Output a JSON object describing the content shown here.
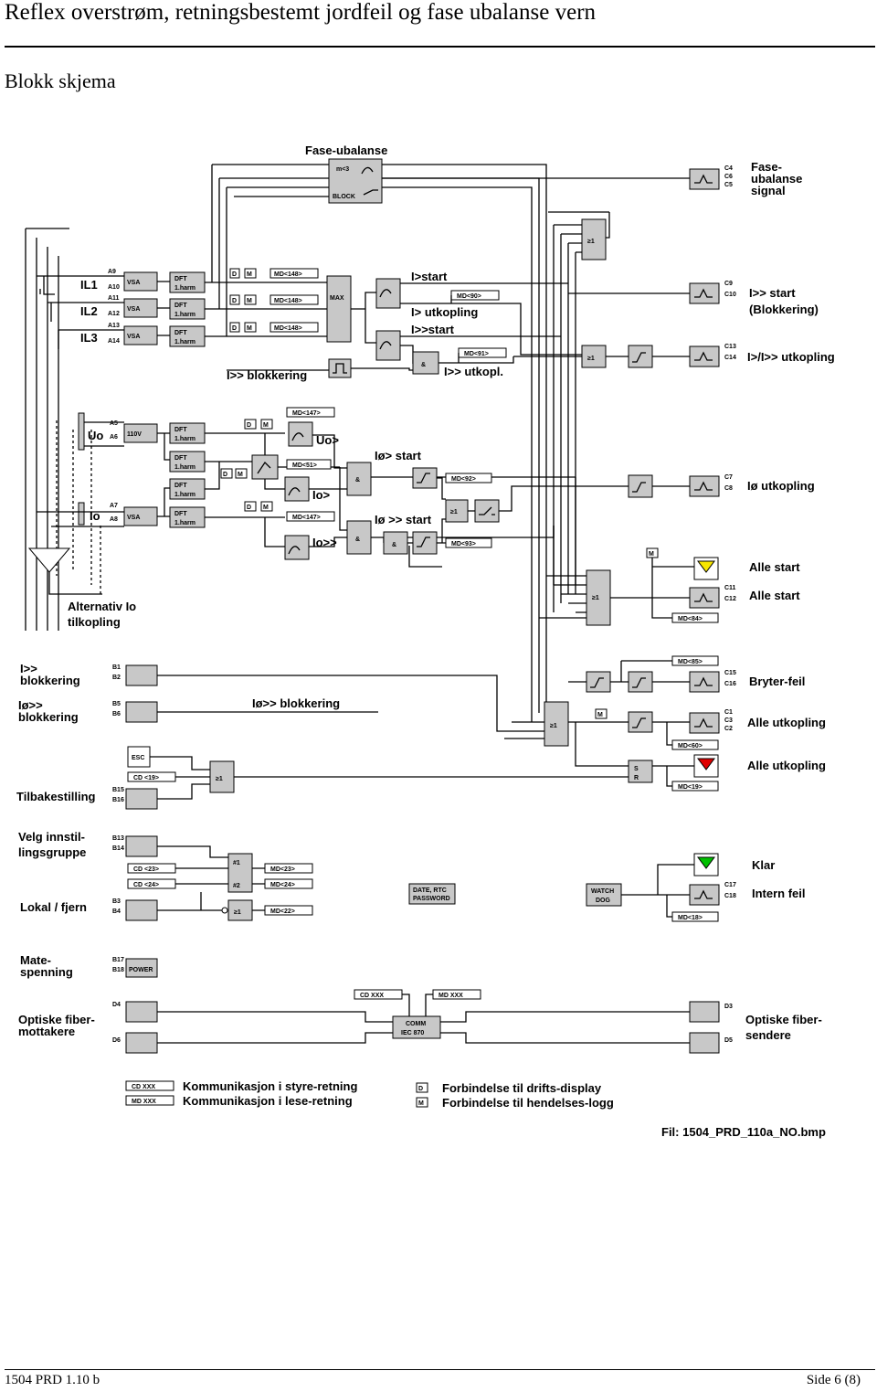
{
  "page": {
    "title": "Reflex overstrøm, retningsbestemt jordfeil og fase ubalanse vern",
    "section": "Blokk skjema",
    "footer_left": "1504 PRD 1.10 b",
    "footer_right": "Side 6 (8)"
  },
  "diagram": {
    "fase_ubalanse": "Fase-ubalanse",
    "fase_ubalanse_signal": [
      "Fase-",
      "ubalanse",
      "signal"
    ],
    "block": "BLOCK",
    "m3": "m<3",
    "phases": [
      "IL1",
      "IL2",
      "IL3"
    ],
    "uo": "Uo",
    "io": "Io",
    "alt_io": [
      "Alternativ Io",
      "tilkopling"
    ],
    "vsa": "VSA",
    "v110": "110V",
    "dft_harm": [
      "DFT",
      "1.harm"
    ],
    "max": "MAX",
    "d": "D",
    "m": "M",
    "i_start": "I>start",
    "i_utkopling": "I> utkopling",
    "iii_start": "I>>start",
    "iii_utkopl": "I>> utkopl.",
    "iii_blokkering": "I>> blokkering",
    "uo_gt": "Uo>",
    "io_gt": "Io>",
    "io_gtgt": "Io>>",
    "io_start": "Iø> start",
    "ioo_start": "Iø >> start",
    "iii_start_blokk": [
      "I>> start",
      "(Blokkering)"
    ],
    "i_ii_utkopling": "I>/I>> utkopling",
    "io_utkopling": "Iø utkopling",
    "alle_start_1": "Alle start",
    "alle_start_2": "Alle start",
    "iii_blokkering_in": [
      "I>>",
      "blokkering"
    ],
    "ioo_blokkering_in": [
      "Iø>>",
      "blokkering"
    ],
    "ioo_blokkering": "Iø>> blokkering",
    "bryter_feil": "Bryter-feil",
    "alle_utkopling_1": "Alle utkopling",
    "alle_utkopling_2": "Alle utkopling",
    "tilbakestilling": "Tilbakestilling",
    "velg": [
      "Velg innstil-",
      "lingsgruppe"
    ],
    "lokal_fjern": "Lokal / fjern",
    "klar": "Klar",
    "intern_feil": "Intern feil",
    "matespenning": [
      "Mate-",
      "spenning"
    ],
    "optiske_mottakere": [
      "Optiske fiber-",
      "mottakere"
    ],
    "optiske_sendere": [
      "Optiske fiber-",
      "sendere"
    ],
    "esc": "ESC",
    "power": "POWER",
    "date_rtc": [
      "DATE, RTC",
      "PASSWORD"
    ],
    "watch_dog": [
      "WATCH",
      "DOG"
    ],
    "comm": [
      "COMM",
      "IEC 870"
    ],
    "gte1": "≥1",
    "and": "&",
    "sr": [
      "S",
      "R"
    ],
    "set1": "#1",
    "set2": "#2",
    "legend_cd": "CD XXX",
    "legend_md": "MD XXX",
    "legend_styre": "Kommunikasjon i styre-retning",
    "legend_lese": "Kommunikasjon i lese-retning",
    "legend_display": "Forbindelse til drifts-display",
    "legend_logg": "Forbindelse til hendelses-logg",
    "fil": "Fil:  1504_PRD_110a_NO.bmp",
    "md148": "MD<148>",
    "md90": "MD<90>",
    "md91": "MD<91>",
    "md147": "MD<147>",
    "md51": "MD<51>",
    "md92": "MD<92>",
    "md93": "MD<93>",
    "md84": "MD<84>",
    "md85": "MD<85>",
    "md60": "MD<60>",
    "md19": "MD<19>",
    "md23": "MD<23>",
    "md24": "MD<24>",
    "md22": "MD<22>",
    "md18": "MD<18>",
    "cd19": "CD <19>",
    "cd23": "CD <23>",
    "cd24": "CD <24>",
    "cd_xxx": "CD XXX",
    "md_xxx": "MD XXX",
    "terminals": {
      "a9": "A9",
      "a10": "A10",
      "a11": "A11",
      "a12": "A12",
      "a13": "A13",
      "a14": "A14",
      "a5": "A5",
      "a6": "A6",
      "a7": "A7",
      "a8": "A8",
      "c4": "C4",
      "c6": "C6",
      "c5": "C5",
      "c9": "C9",
      "c10": "C10",
      "c13": "C13",
      "c14": "C14",
      "c7": "C7",
      "c8": "C8",
      "c11": "C11",
      "c12": "C12",
      "c15": "C15",
      "c16": "C16",
      "c1": "C1",
      "c3": "C3",
      "c2": "C2",
      "c17": "C17",
      "c18": "C18",
      "b1": "B1",
      "b2": "B2",
      "b5": "B5",
      "b6": "B6",
      "b15": "B15",
      "b16": "B16",
      "b13": "B13",
      "b14": "B14",
      "b3": "B3",
      "b4": "B4",
      "b17": "B17",
      "b18": "B18",
      "d4": "D4",
      "d6": "D6",
      "d3": "D3",
      "d5": "D5"
    }
  }
}
